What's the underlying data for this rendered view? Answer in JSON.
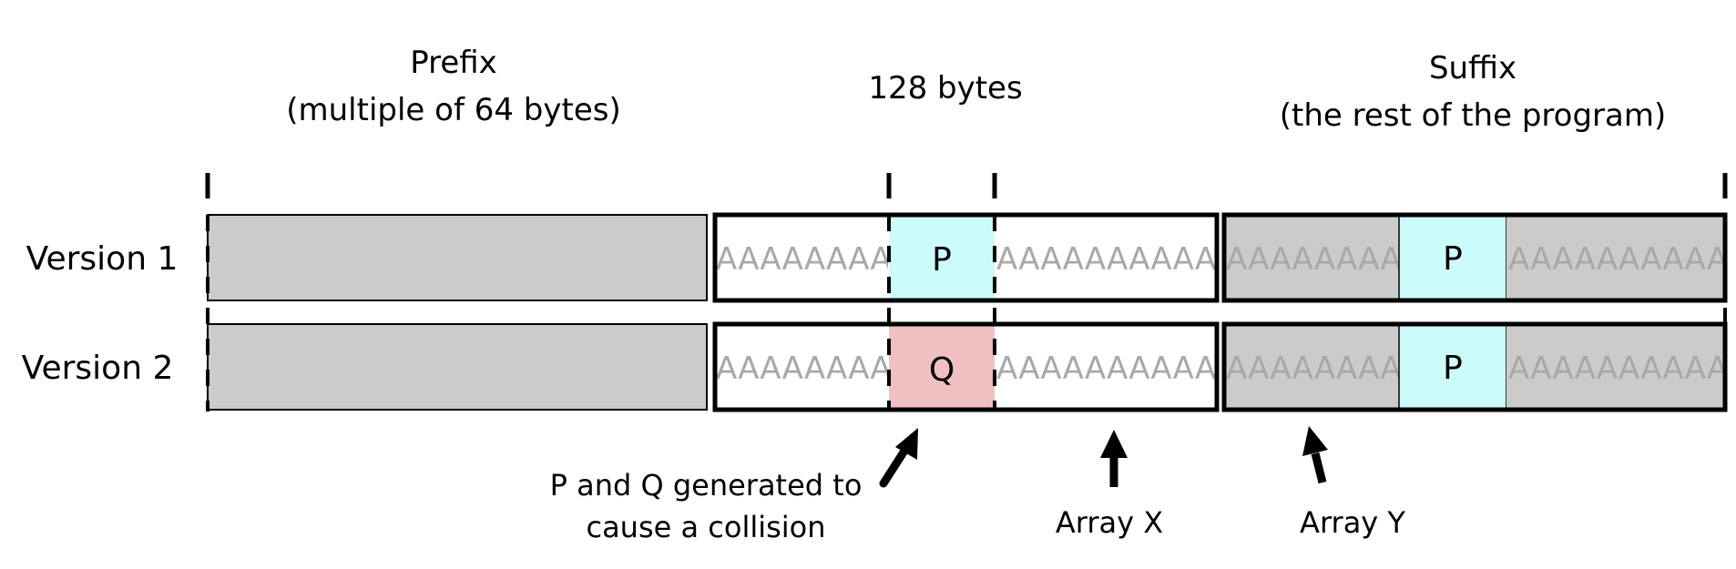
{
  "prefix": {
    "line1": "Prefix",
    "line2": "(multiple of 64 bytes)"
  },
  "block": {
    "label": "128 bytes"
  },
  "suffix": {
    "line1": "Suffix",
    "line2": "(the rest of the program)"
  },
  "rows": [
    {
      "label": "Version 1",
      "cell": "P",
      "suffix_cell": "P"
    },
    {
      "label": "Version 2",
      "cell": "Q",
      "suffix_cell": "P"
    }
  ],
  "filler_text": "AAAAAAAAAAA",
  "annotations": {
    "collision_line1": "P and Q generated to",
    "collision_line2": "cause a collision",
    "array_x": "Array X",
    "array_y": "Array Y"
  },
  "colors": {
    "prefix_gray": "#cbcbcb",
    "p_cell": "#ccfbfb",
    "q_cell": "#f0c0c0",
    "filler": "#a8a8a8"
  }
}
